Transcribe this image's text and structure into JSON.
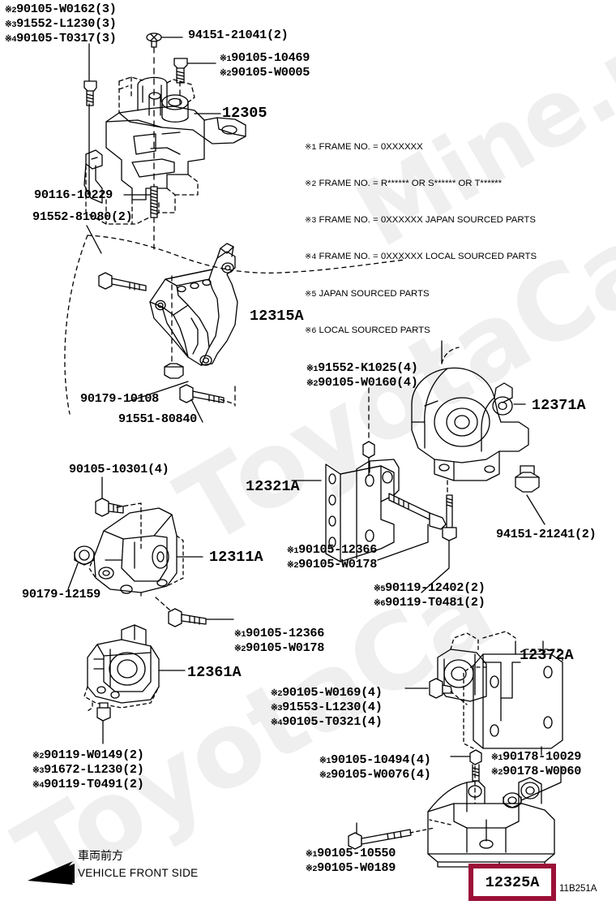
{
  "diagram": {
    "id": "11B251A",
    "highlighted_part": "12325A",
    "highlight_color": "#9c1038"
  },
  "legend": {
    "lines": [
      "※1 FRAME NO. = 0XXXXXX",
      "※2 FRAME NO. = R****** OR S****** OR T******",
      "※3 FRAME NO. = 0XXXXXX JAPAN SOURCED PARTS",
      "※4 FRAME NO. = 0XXXXXX LOCAL SOURCED PARTS",
      "※5 JAPAN SOURCED PARTS",
      "※6 LOCAL SOURCED PARTS"
    ]
  },
  "front_side_note": {
    "japanese": "車両前方",
    "english": "VEHICLE FRONT SIDE",
    "arrow": "arrow-left-icon"
  },
  "callouts": {
    "c01": "※290105-W0162(3)",
    "c02": "※391552-L1230(3)",
    "c03": "※490105-T0317(3)",
    "c04": "94151-21041(2)",
    "c05": "※190105-10469",
    "c06": "※290105-W0005",
    "c07": "12305",
    "c08": "90116-10229",
    "c09": "91552-81080(2)",
    "c10": "12315A",
    "c11": "90179-10108",
    "c12": "91551-80840",
    "c13": "※191552-K1025(4)",
    "c14": "※290105-W0160(4)",
    "c15": "12371A",
    "c16": "90105-10301(4)",
    "c17": "12321A",
    "c18": "94151-21241(2)",
    "c19": "12311A",
    "c20": "90179-12159",
    "c21": "※190105-12366",
    "c22": "※290105-W0178",
    "c23": "※590119-12402(2)",
    "c24": "※690119-T0481(2)",
    "c25": "※190105-12366",
    "c26": "※290105-W0178",
    "c27": "12361A",
    "c28": "12372A",
    "c29": "※290105-W0169(4)",
    "c30": "※391553-L1230(4)",
    "c31": "※490105-T0321(4)",
    "c32": "※190178-10029",
    "c33": "※290178-W0060",
    "c34": "※290119-W0149(2)",
    "c35": "※391672-L1230(2)",
    "c36": "※490119-T0491(2)",
    "c37": "※190105-10494(4)",
    "c38": "※290105-W0076(4)",
    "c39": "※190105-10550",
    "c40": "※290105-W0189",
    "c41": "12325A"
  },
  "watermark": {
    "text_a": "ToyotaCa",
    "text_b": "ToyotaCa",
    "text_c": "Mine.ru"
  }
}
